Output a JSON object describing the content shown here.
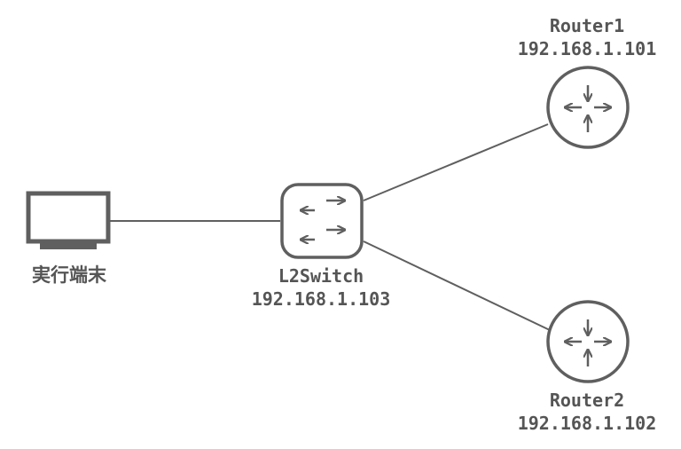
{
  "nodes": {
    "terminal": {
      "name": "実行端末"
    },
    "switch": {
      "name": "L2Switch",
      "ip": "192.168.1.103"
    },
    "router1": {
      "name": "Router1",
      "ip": "192.168.1.101"
    },
    "router2": {
      "name": "Router2",
      "ip": "192.168.1.102"
    }
  },
  "links": [
    {
      "from": "terminal",
      "to": "switch"
    },
    {
      "from": "switch",
      "to": "router1"
    },
    {
      "from": "switch",
      "to": "router2"
    }
  ],
  "colors": {
    "stroke": "#5f5f5f",
    "text": "#555555",
    "background": "#ffffff"
  }
}
